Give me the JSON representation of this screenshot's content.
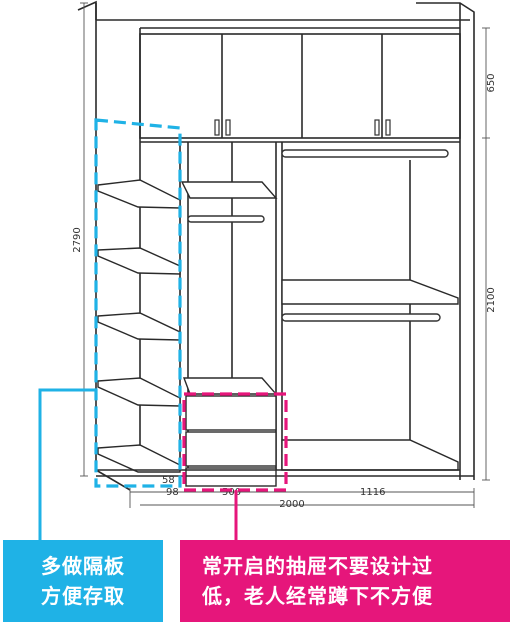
{
  "dimensions": {
    "total_height": "2790",
    "top_cabinet_height": "650",
    "lower_height": "2100",
    "total_width": "2000",
    "right_width": "1116",
    "drawer_width": "500",
    "side_a": "58",
    "side_b": "98"
  },
  "callouts": {
    "left": {
      "line1": "多做隔板",
      "line2": "方便存取",
      "color": "#1fb2e6"
    },
    "right": {
      "line1": "常开启的抽屉不要设计过",
      "line2": "低，老人经常蹲下不方便",
      "color": "#e6167b"
    }
  }
}
